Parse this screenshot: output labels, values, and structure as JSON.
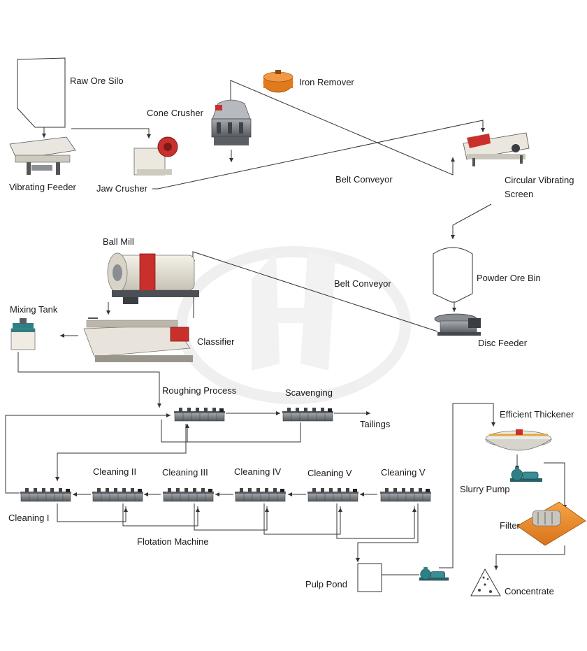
{
  "labels": {
    "raw_ore_silo": "Raw Ore Silo",
    "iron_remover": "Iron Remover",
    "cone_crusher": "Cone Crusher",
    "vibrating_feeder": "Vibrating Feeder",
    "jaw_crusher": "Jaw Crusher",
    "belt_conveyor_1": "Belt Conveyor",
    "circular_vibrating_screen_1": "Circular Vibrating",
    "circular_vibrating_screen_2": "Screen",
    "ball_mill": "Ball Mill",
    "belt_conveyor_2": "Belt Conveyor",
    "powder_ore_bin": "Powder Ore Bin",
    "mixing_tank": "Mixing Tank",
    "classifier": "Classifier",
    "disc_feeder": "Disc Feeder",
    "roughing_process": "Roughing Process",
    "scavenging": "Scavenging",
    "tailings": "Tailings",
    "efficient_thickener": "Efficient Thickener",
    "cleaning_2": "Cleaning II",
    "cleaning_3": "Cleaning III",
    "cleaning_4": "Cleaning IV",
    "cleaning_5a": "Cleaning V",
    "cleaning_5b": "Cleaning V",
    "slurry_pump": "Slurry Pump",
    "cleaning_1": "Cleaning I",
    "filter": "Filter",
    "flotation_machine": "Flotation Machine",
    "pulp_pond": "Pulp Pond",
    "concentrate": "Concentrate"
  },
  "colors": {
    "line": "#333333",
    "steel": "#7a7e84",
    "steel_dark": "#4a4e54",
    "red": "#c9302c",
    "orange": "#e07a1c",
    "teal": "#2f7f86",
    "cream": "#efe9dc",
    "watermark": "#e6e6e6"
  }
}
